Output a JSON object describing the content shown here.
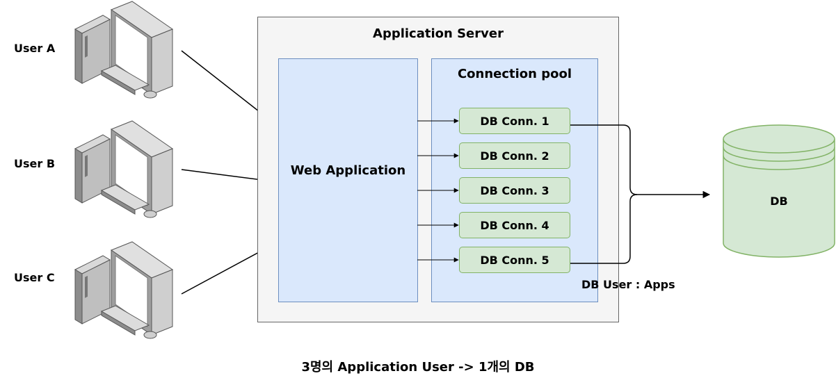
{
  "users": [
    {
      "label": "User A"
    },
    {
      "label": "User B"
    },
    {
      "label": "User C"
    }
  ],
  "app_server": {
    "title": "Application Server"
  },
  "web_app": {
    "title": "Web Application"
  },
  "pool": {
    "title": "Connection pool",
    "connections": [
      {
        "label": "DB Conn. 1"
      },
      {
        "label": "DB Conn. 2"
      },
      {
        "label": "DB Conn. 3"
      },
      {
        "label": "DB Conn. 4"
      },
      {
        "label": "DB Conn. 5"
      }
    ],
    "db_user": "DB User : Apps"
  },
  "db": {
    "label": "DB"
  },
  "caption": "3명의 Application User -> 1개의 DB",
  "colors": {
    "server_fill": "#f5f5f5",
    "blue_fill": "#dae8fc",
    "blue_stroke": "#6c8ebf",
    "green_fill": "#d5e8d4",
    "green_stroke": "#82b366"
  }
}
